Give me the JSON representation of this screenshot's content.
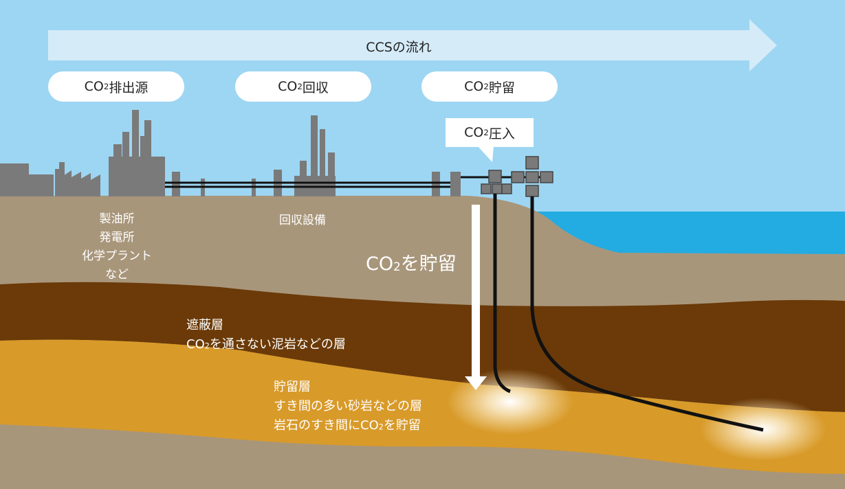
{
  "flow_arrow": {
    "label": "CCSの流れ"
  },
  "stages": [
    {
      "pre": "CO",
      "sub": "2",
      "post": "排出源"
    },
    {
      "pre": "CO",
      "sub": "2",
      "post": "回収"
    },
    {
      "pre": "CO",
      "sub": "2",
      "post": "貯留"
    }
  ],
  "injection_callout": {
    "pre": "CO",
    "sub": "2",
    "post": "圧入"
  },
  "source_examples": [
    "製油所",
    "発電所",
    "化学プラント",
    "など"
  ],
  "capture_facility": "回収設備",
  "storage_arrow_label": {
    "pre": "CO",
    "sub": "2",
    "post": "を貯留"
  },
  "cap_layer": {
    "title": "遮蔽層",
    "desc_pre": "CO",
    "desc_sub": "2",
    "desc_post": "を通さない泥岩などの層"
  },
  "reservoir_layer": {
    "title": "貯留層",
    "line1": "すき間の多い砂岩などの層",
    "line2_pre": "岩石のすき間に",
    "line2_co": "CO",
    "line2_sub": "2",
    "line2_post": "を貯留"
  },
  "colors": {
    "sky": "#9dd6f3",
    "sea": "#22ace2",
    "ground": "#a8967b",
    "cap_layer": "#6b3a08",
    "reservoir_layer": "#d89a29",
    "facility": "#7a7a7a"
  }
}
